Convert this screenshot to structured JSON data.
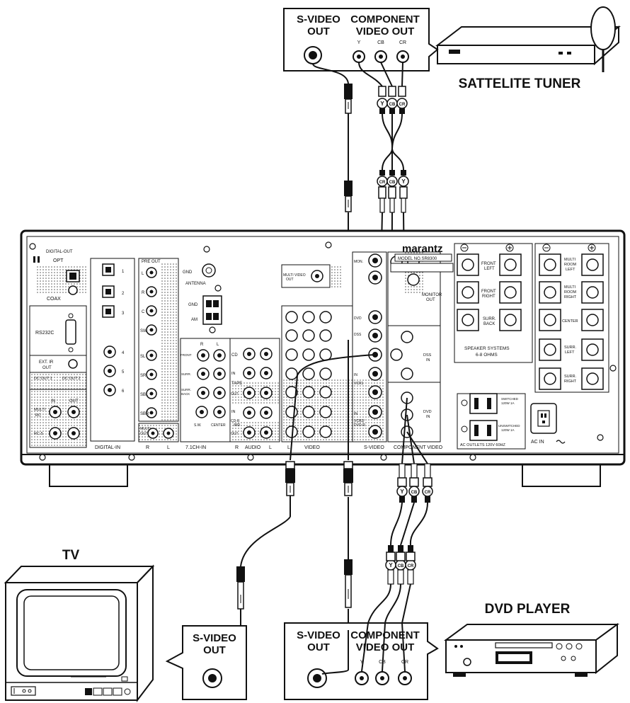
{
  "devices": {
    "satellite_tuner": "SATTELITE TUNER",
    "tv": "TV",
    "dvd_player": "DVD PLAYER"
  },
  "sat_box": {
    "svideo_out": [
      "S-VIDEO",
      "OUT"
    ],
    "component_out": [
      "COMPONENT",
      "VIDEO OUT"
    ],
    "jacks": [
      "Y",
      "CB",
      "CR"
    ]
  },
  "tv_box": {
    "svideo_out": [
      "S-VIDEO",
      "OUT"
    ]
  },
  "dvd_box": {
    "svideo_out": [
      "S-VIDEO",
      "OUT"
    ],
    "component_out": [
      "COMPONENT",
      "VIDEO OUT"
    ],
    "jacks": [
      "Y",
      "CB",
      "CR"
    ]
  },
  "plug_letters": [
    "Y",
    "CB",
    "CR"
  ],
  "receiver": {
    "brand": "marantz",
    "model": "MODEL NO.SR8300",
    "digital_out": "DIGITAL-OUT",
    "opt": "OPT",
    "coax": "COAX",
    "rs232c": "RS232C",
    "ext_ir_out": [
      "EXT. IR",
      "OUT"
    ],
    "dc_out": [
      "DC OUT 1",
      "DC OUT 2"
    ],
    "multi_rc": [
      "MULTI",
      "RC"
    ],
    "in": "IN",
    "out": "OUT",
    "rc5": "RC-5",
    "digital_in": "DIGITAL-IN",
    "digital_in_numbers": [
      "1",
      "2",
      "3",
      "4",
      "5",
      "6"
    ],
    "pre_out": "PRE OUT",
    "pre_out_channels": [
      "L",
      "R",
      "C",
      "SW",
      "SL",
      "SR",
      "SBL",
      "SBR"
    ],
    "multi_out": [
      "MULTI",
      "OUT"
    ],
    "rl_bottom": [
      "R",
      "L"
    ],
    "gnd": "GND",
    "antenna": "ANTENNA",
    "am": "AM",
    "multi_video_out": [
      "MULTI VIDEO",
      "OUT"
    ],
    "front": "FRONT",
    "surr": "SURR.",
    "surr_back": [
      "SURR.",
      "BACK"
    ],
    "sw": "S.W.",
    "center_label": "CENTER",
    "ch71_in": "7.1CH-IN",
    "rl_top": [
      "R",
      "L"
    ],
    "cd": "CD",
    "tape": "TAPE",
    "cdr_md": [
      "CD-R",
      "/MD"
    ],
    "audio_bottom": [
      "R",
      "AUDIO",
      "L"
    ],
    "dvd": "DVD",
    "dss": "DSS",
    "vcr1": "VCR1",
    "vcr2": [
      "VCR2/",
      "DVD-R"
    ],
    "mon": "MON.",
    "video_bottom": [
      "L",
      "VIDEO"
    ],
    "svideo_bottom": "S-VIDEO",
    "component_video": "COMPONENT VIDEO",
    "monitor_out": [
      "MONITOR",
      "OUT"
    ],
    "dss_in": [
      "DSS",
      "IN"
    ],
    "dvd_in": [
      "DVD",
      "IN"
    ],
    "front_left": [
      "FRONT",
      "LEFT"
    ],
    "front_right": [
      "FRONT",
      "RIGHT"
    ],
    "surr_back_sp": [
      "SURR.",
      "BACK"
    ],
    "multi_room_left": [
      "MULTI",
      "ROOM",
      "LEFT"
    ],
    "multi_room_right": [
      "MULTI",
      "ROOM",
      "RIGHT"
    ],
    "center_sp": "CENTER",
    "surr_left": [
      "SURR.",
      "LEFT"
    ],
    "surr_right": [
      "SURR.",
      "RIGHT"
    ],
    "speaker_systems": [
      "SPEAKER SYSTEMS",
      "6-8 OHMS"
    ],
    "switched": [
      "SWITCHED",
      "120W 1A"
    ],
    "unswitched": [
      "UNSWITCHED",
      "120W 1A"
    ],
    "ac_outlets": "AC OUTLETS 120V 60HZ",
    "ac_in": "AC IN"
  }
}
